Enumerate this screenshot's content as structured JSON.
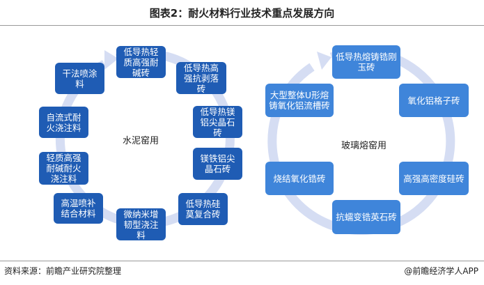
{
  "title": "图表2：耐火材料行业技术重点发展方向",
  "cement": {
    "label": "水泥窑用",
    "items": [
      "低导热轻质高强耐碱砖",
      "低导热高强抗剥落砖",
      "低导热镁铝尖晶石砖",
      "镁铁铝尖晶石砖",
      "低导热硅莫复合砖",
      "微纳米增韧型浇注料",
      "高温喷补结合材料",
      "轻质高强耐碱耐火浇注料",
      "自流式耐火浇注料",
      "干法喷涂料"
    ]
  },
  "glass": {
    "label": "玻璃熔窑用",
    "items": [
      "低导热熔铸锆刚玉砖",
      "氧化铝格子砖",
      "高强高密度硅砖",
      "抗蠕变锆英石砖",
      "烧结氧化锆砖",
      "大型整体U形熔铸氧化铝流槽砖"
    ]
  },
  "footer": {
    "source": "资料来源：前瞻产业研究院整理",
    "brand": "@前瞻经济学人APP"
  },
  "colors": {
    "cement_box": "#1f5cb4",
    "glass_box": "#3f85da",
    "ring": "#d5ddf3"
  }
}
